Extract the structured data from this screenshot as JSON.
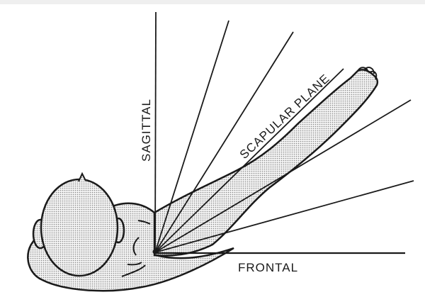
{
  "figure": {
    "labels": {
      "sagittal": "SAGITTAL",
      "scapular_plane": "SCAPULAR PLANE",
      "frontal": "FRONTAL"
    },
    "colors": {
      "line": "#1a1a1a",
      "fill": "#d9d9d9",
      "background": "#ffffff"
    }
  }
}
